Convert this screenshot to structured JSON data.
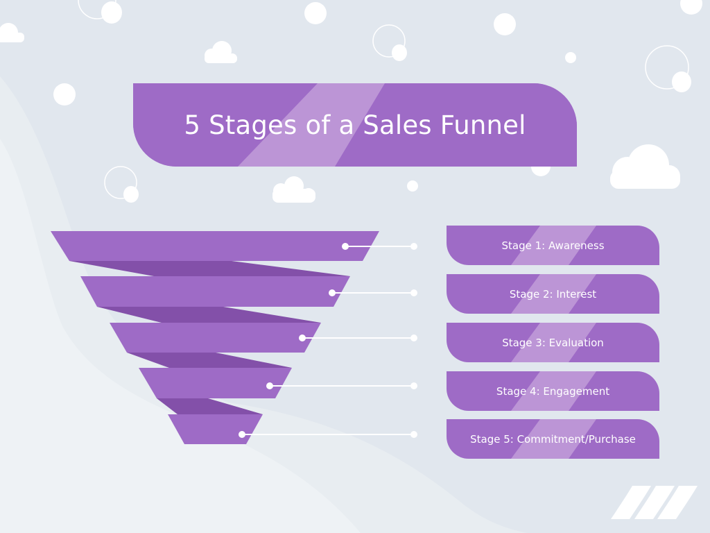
{
  "title": "5 Stages of a Sales Funnel",
  "colors": {
    "background": "#e1e7ee",
    "background_wave_light": "#eef2f5",
    "background_wave_mid": "#e8edf1",
    "funnel_face": "#9e6bc6",
    "funnel_fold": "#8350a9",
    "stripe_light": "#bc95d6",
    "connector": "#ffffff"
  },
  "stages": [
    {
      "label": "Stage 1: Awareness"
    },
    {
      "label": "Stage 2: Interest"
    },
    {
      "label": "Stage 3: Evaluation"
    },
    {
      "label": "Stage 4: Engagement"
    },
    {
      "label": "Stage 5: Commitment/Purchase"
    }
  ],
  "decorations": [
    "cloud-icon",
    "bubble-icon",
    "ring-icon",
    "brand-logo"
  ]
}
